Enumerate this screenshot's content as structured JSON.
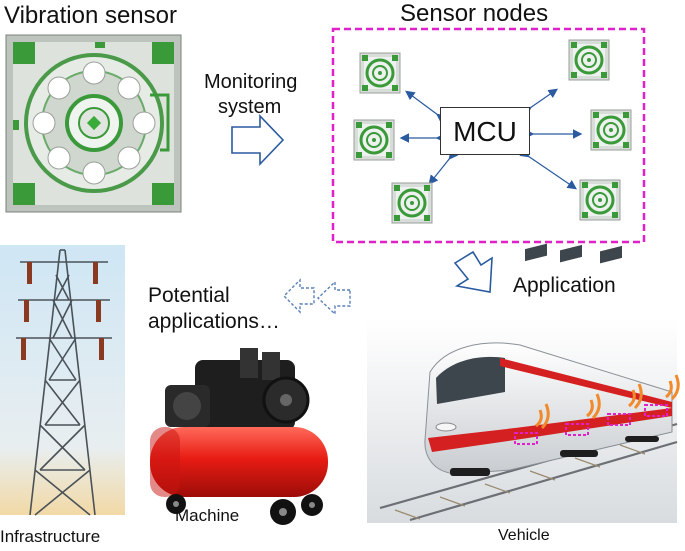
{
  "labels": {
    "vibration_sensor": "Vibration sensor",
    "sensor_nodes": "Sensor nodes",
    "monitoring_line1": "Monitoring",
    "monitoring_line2": "system",
    "mcu": "MCU",
    "potential_line1": "Potential",
    "potential_line2": "applications…",
    "application": "Application",
    "infrastructure": "Infrastructure",
    "machine": "Machine",
    "vehicle": "Vehicle"
  },
  "colors": {
    "node_border": "#e020c8",
    "chip_green": "#3a9a3a",
    "compressor_red": "#e02020",
    "train_red": "#d42020",
    "arrow_blue": "#2a5aa0",
    "sky_top": "#cfe6f5",
    "sky_bottom": "#f2d9a6"
  },
  "icons": {
    "sensor_chip": "vibration-sensor-chip",
    "flow_arrow": "outline-arrow",
    "pylon": "transmission-tower",
    "compressor": "air-compressor",
    "train": "high-speed-train",
    "signal": "wireless-signal-icon"
  }
}
